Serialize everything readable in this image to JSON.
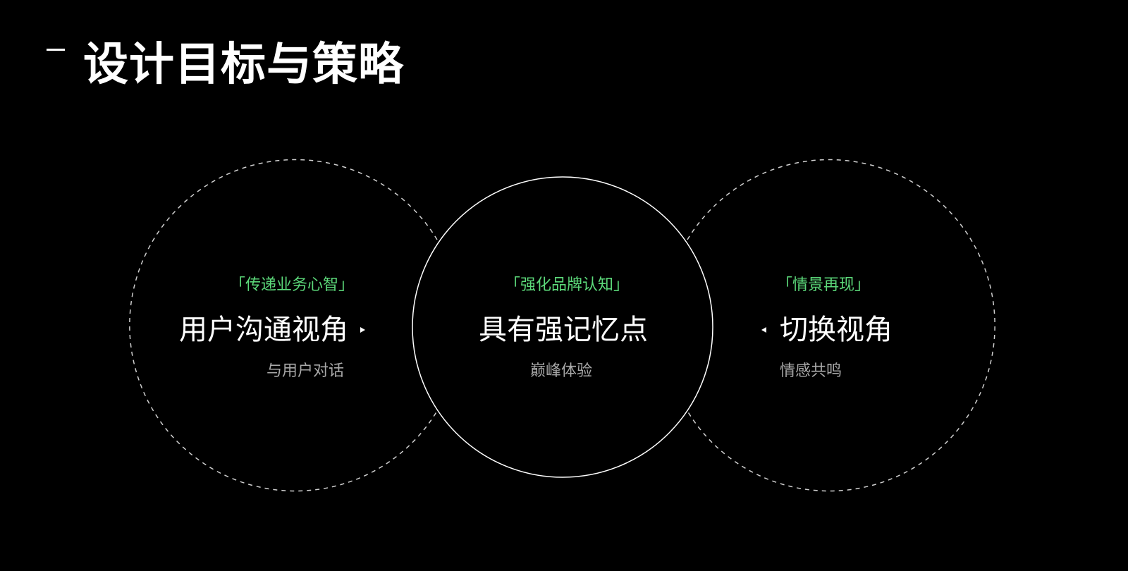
{
  "page": {
    "title": "设计目标与策略"
  },
  "theme": {
    "background": "#000000",
    "text": "#ffffff",
    "accent": "#5cd97a",
    "muted": "#a8a8a8"
  },
  "circles": [
    {
      "tag": "「传递业务心智」",
      "main": "用户沟通视角",
      "sub": "与用户对话",
      "border": "dashed",
      "icon": "triangle-right-icon"
    },
    {
      "tag": "「强化品牌认知」",
      "main": "具有强记忆点",
      "sub": "巅峰体验",
      "border": "solid",
      "icon": ""
    },
    {
      "tag": "「情景再现」",
      "main": "切换视角",
      "sub": "情感共鸣",
      "border": "dashed",
      "icon": "triangle-left-icon"
    }
  ]
}
